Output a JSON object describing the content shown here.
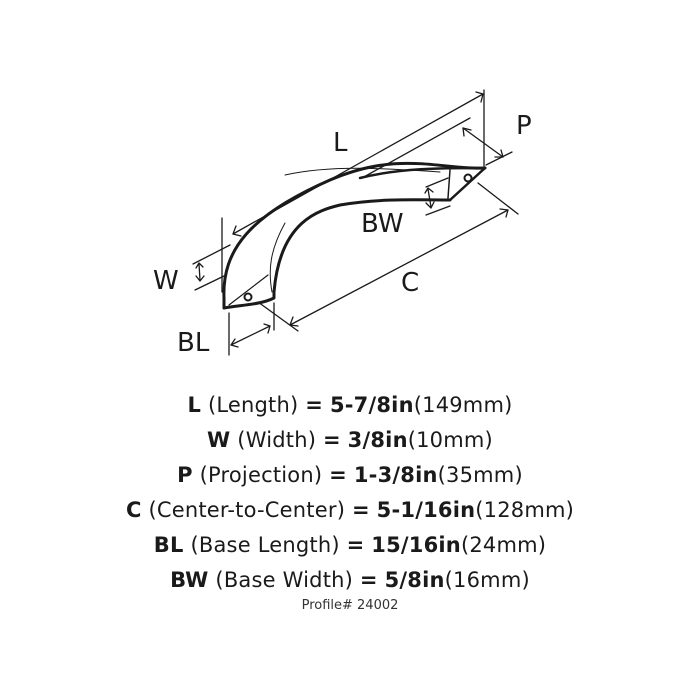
{
  "diagram": {
    "labels": {
      "L": "L",
      "P": "P",
      "BW": "BW",
      "W": "W",
      "C": "C",
      "BL": "BL"
    }
  },
  "specs": [
    {
      "abbr": "L",
      "name": "(Length)",
      "eq": "=",
      "inches": "5-7/8in",
      "mm": "(149mm)"
    },
    {
      "abbr": "W",
      "name": "(Width)",
      "eq": "=",
      "inches": "3/8in",
      "mm": "(10mm)"
    },
    {
      "abbr": "P",
      "name": "(Projection)",
      "eq": "=",
      "inches": "1-3/8in",
      "mm": "(35mm)"
    },
    {
      "abbr": "C",
      "name": "(Center-to-Center)",
      "eq": "=",
      "inches": "5-1/16in",
      "mm": "(128mm)"
    },
    {
      "abbr": "BL",
      "name": "(Base Length)",
      "eq": "=",
      "inches": "15/16in",
      "mm": "(24mm)"
    },
    {
      "abbr": "BW",
      "name": "(Base Width)",
      "eq": "=",
      "inches": "5/8in",
      "mm": "(16mm)"
    }
  ],
  "profile": "Profile# 24002"
}
